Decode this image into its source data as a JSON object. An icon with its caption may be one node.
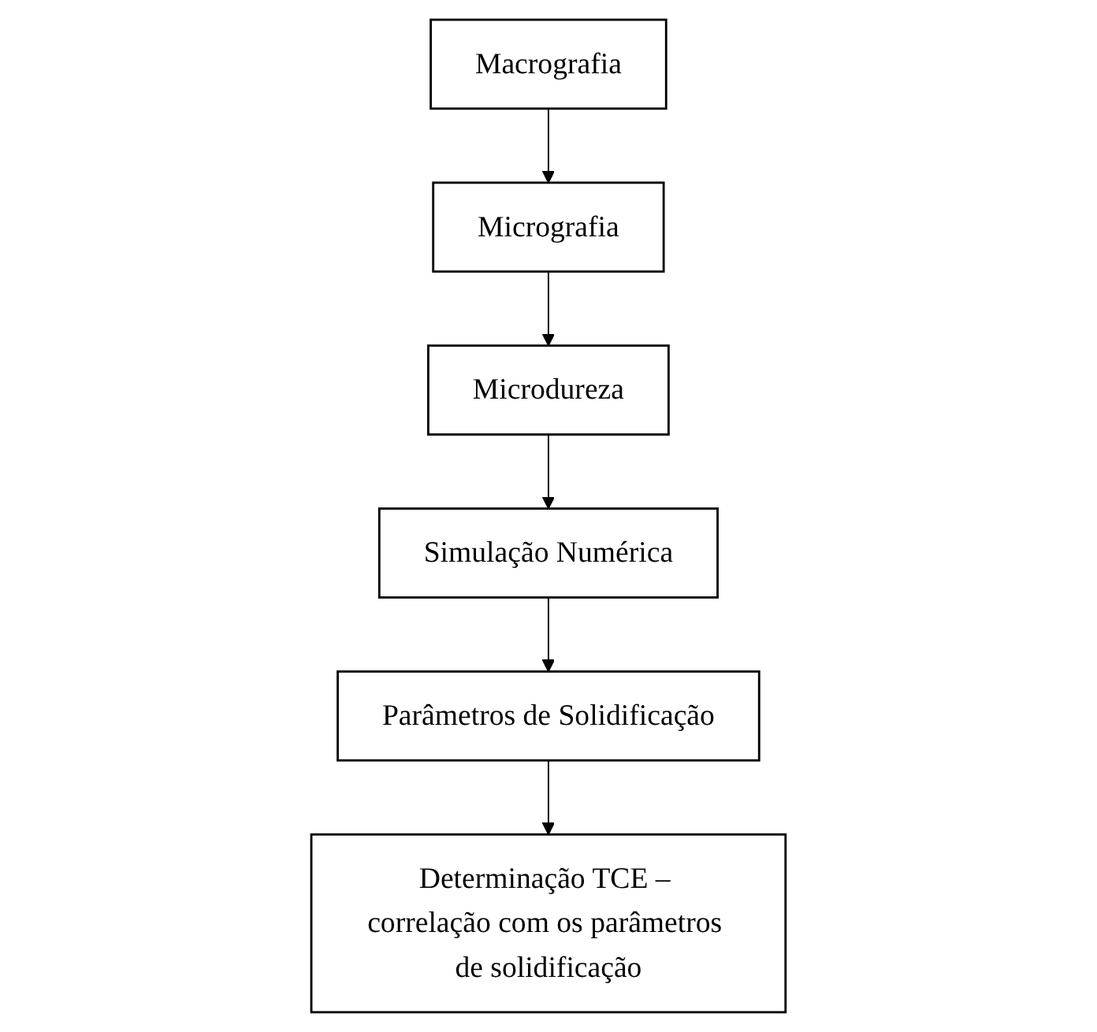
{
  "diagram": {
    "nodes": [
      {
        "text": [
          "Macrografia"
        ]
      },
      {
        "text": [
          "Micrografia"
        ]
      },
      {
        "text": [
          "Microdureza"
        ]
      },
      {
        "text": [
          "Simulação Numérica"
        ]
      },
      {
        "text": [
          "Parâmetros de Solidificação"
        ]
      },
      {
        "text": [
          "Determinação TCE – correlação com os parâmetros de solidificação"
        ]
      }
    ],
    "edges": [
      {
        "from": 0,
        "to": 1,
        "arrow": "to"
      },
      {
        "from": 1,
        "to": 2,
        "arrow": "to"
      },
      {
        "from": 2,
        "to": 3,
        "arrow": "to"
      },
      {
        "from": 3,
        "to": 4,
        "arrow": "to"
      },
      {
        "from": 4,
        "to": 5,
        "arrow": "to"
      }
    ]
  }
}
